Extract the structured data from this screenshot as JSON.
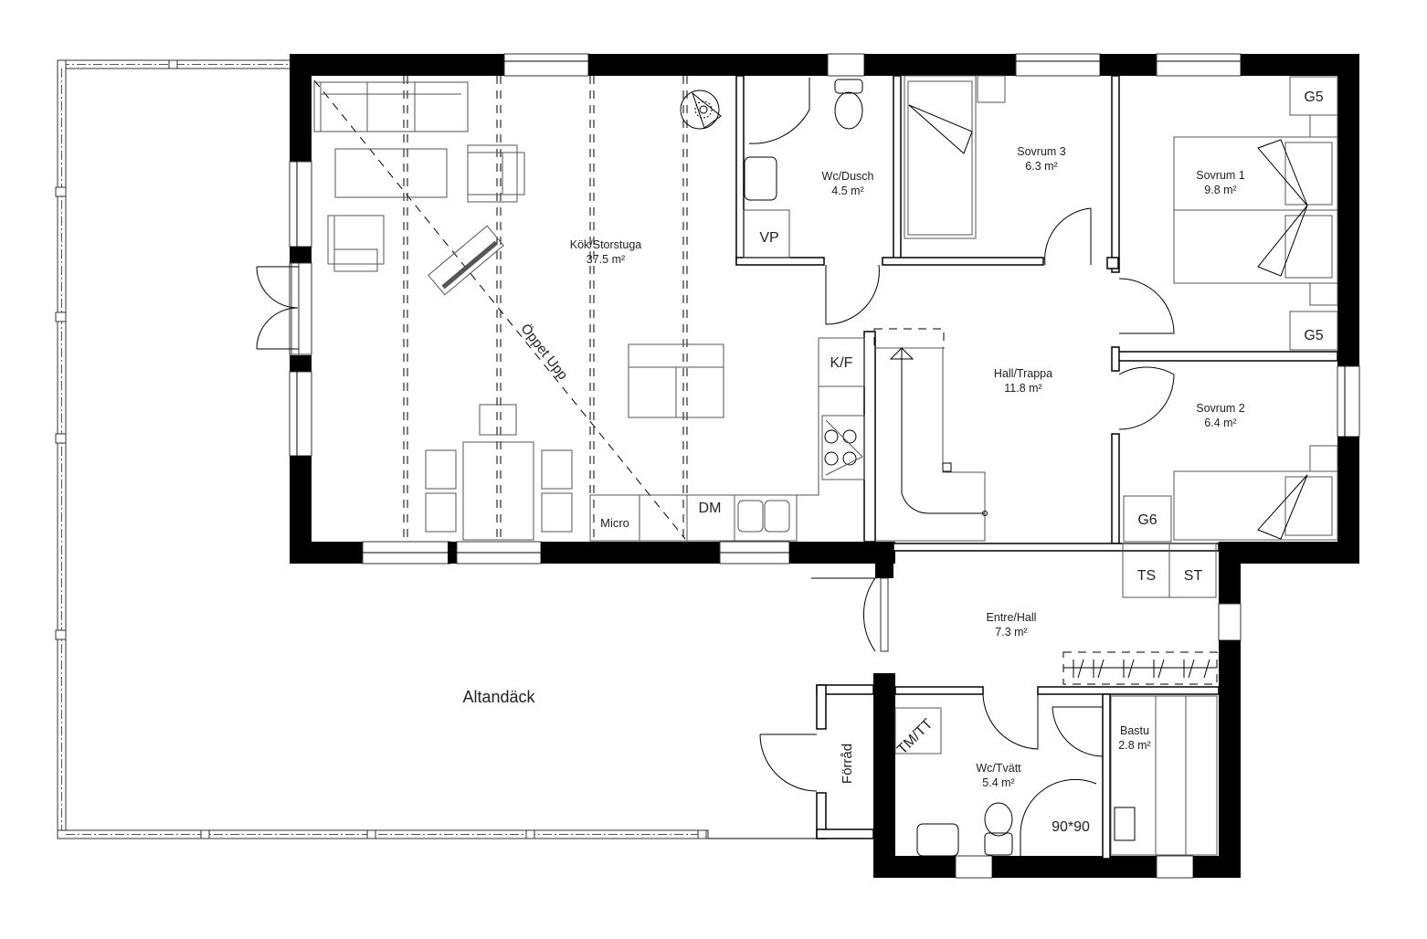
{
  "plan": {
    "type": "floor-plan",
    "rooms": {
      "kitchen_living": {
        "name": "Kök/Storstuga",
        "area": "37.5 m²"
      },
      "wc_shower": {
        "name": "Wc/Dusch",
        "area": "4.5 m²"
      },
      "bedroom3": {
        "name": "Sovrum 3",
        "area": "6.3 m²"
      },
      "bedroom1": {
        "name": "Sovrum 1",
        "area": "9.8 m²"
      },
      "hall_stairs": {
        "name": "Hall/Trappa",
        "area": "11.8 m²"
      },
      "bedroom2": {
        "name": "Sovrum 2",
        "area": "6.4 m²"
      },
      "entrance_hall": {
        "name": "Entre/Hall",
        "area": "7.3 m²"
      },
      "wc_laundry": {
        "name": "Wc/Tvätt",
        "area": "5.4 m²"
      },
      "sauna": {
        "name": "Bastu",
        "area": "2.8 m²"
      },
      "storage": {
        "name": "Förråd"
      },
      "deck": {
        "name": "Altandäck"
      }
    },
    "annotations": {
      "open_above": "Öppet Upp"
    },
    "fixtures": {
      "heat_pump": "VP",
      "fridge_freezer": "K/F",
      "microwave": "Micro",
      "dishwasher": "DM",
      "wardrobe_g5_top": "G5",
      "wardrobe_g5_bottom": "G5",
      "wardrobe_g6": "G6",
      "dryer": "TS",
      "cleaning_cabinet": "ST",
      "washer_dryer": "TM/TT",
      "shower_size": "90*90"
    }
  }
}
